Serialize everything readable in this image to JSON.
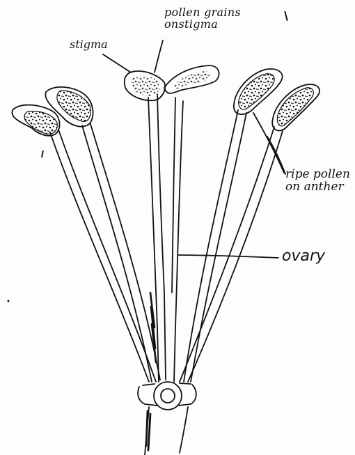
{
  "labels": {
    "pollen_line1": "pollen grains",
    "pollen_line2": "onstigma",
    "stigma": "stigma",
    "ripe_line1": "ripe pollen",
    "ripe_line2": "on anther",
    "ovary": "ovary"
  },
  "colors": {
    "ink": "#111111",
    "paper": "#fdfdfb"
  }
}
